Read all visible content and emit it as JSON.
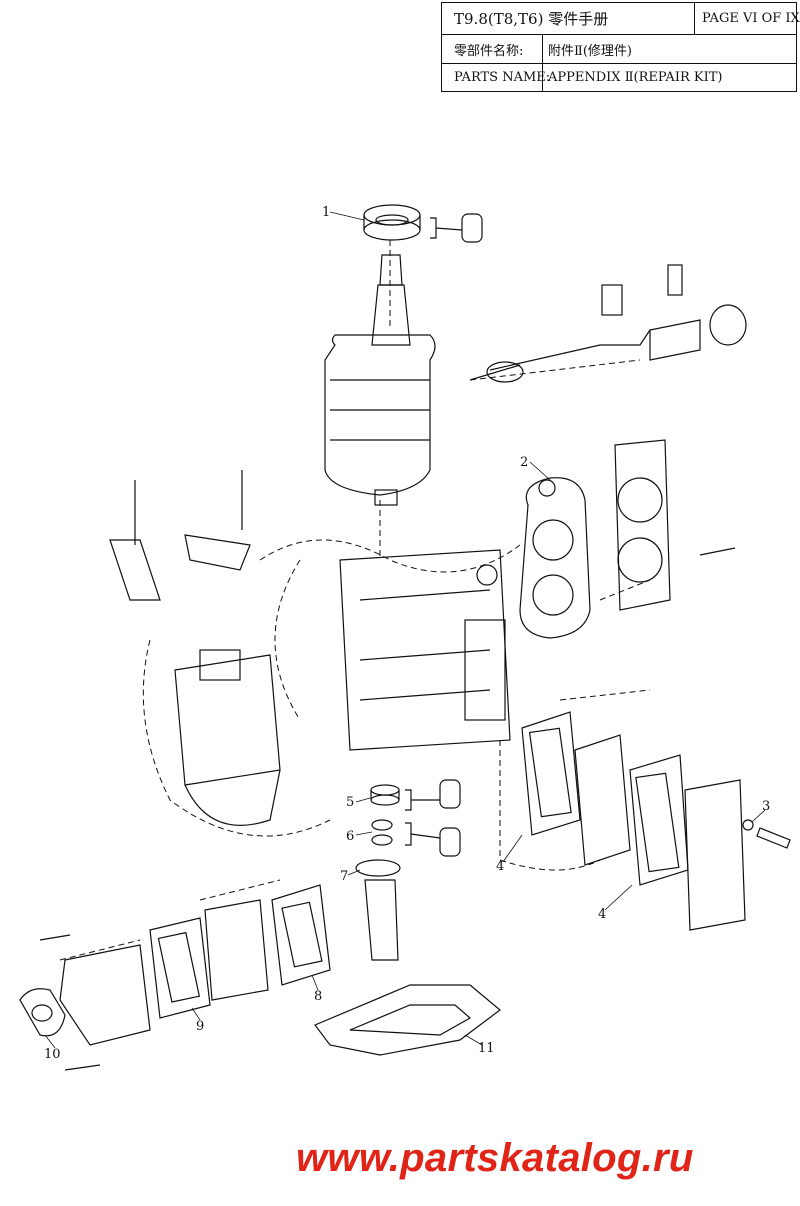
{
  "title_block": {
    "model": "T9.8(T8,T6) 零件手册",
    "page": "PAGE VI OF IX",
    "cn_label": "零部件名称:",
    "cn_value": "附件Ⅱ(修理件)",
    "en_label": "PARTS NAME:",
    "en_value": "APPENDIX Ⅱ(REPAIR KIT)"
  },
  "callouts": [
    "1",
    "2",
    "3",
    "4",
    "4",
    "5",
    "6",
    "7",
    "8",
    "9",
    "10",
    "11"
  ],
  "watermark": "www.partskatalog.ru",
  "colors": {
    "line": "#111111",
    "watermark": "#e02418"
  }
}
